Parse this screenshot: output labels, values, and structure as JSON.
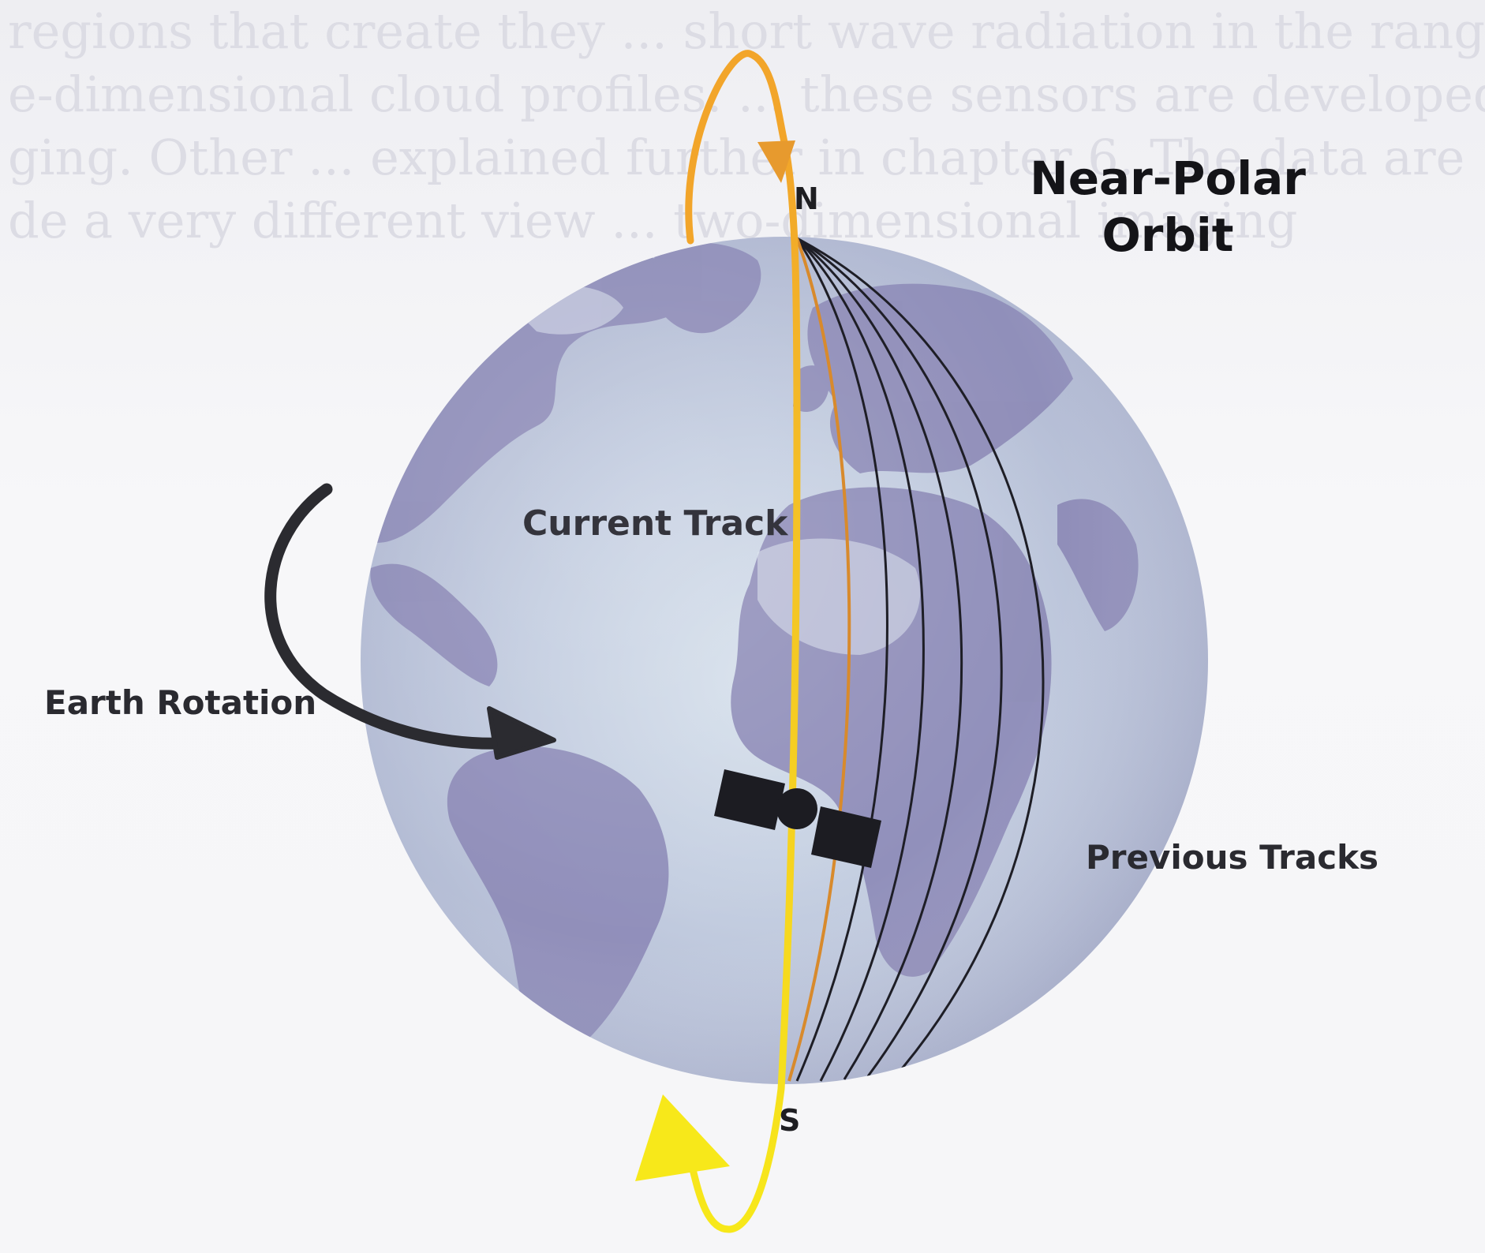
{
  "diagram": {
    "title_line1": "Near-Polar",
    "title_line2": "Orbit",
    "labels": {
      "current_track": "Current Track",
      "earth_rotation": "Earth Rotation",
      "previous_tracks": "Previous Tracks",
      "north": "N",
      "south": "S"
    },
    "background_text": [
      "regions that create they ... short wave radiation in the range of",
      "e-dimensional cloud profiles. ... these sensors are developed",
      "ging. Other ... explained further in chapter 6. The data are",
      "de a very different view ... two-dimensional imaging"
    ]
  },
  "colors": {
    "background": "#f4f4f7",
    "ocean": "#c4cde0",
    "land": "#8e8cb8",
    "orbit_yellow": "#f7e81a",
    "orbit_orange": "#f2a52a",
    "current_track_orange": "#d88a2c",
    "previous_track": "#1e1e26",
    "satellite": "#1c1c22",
    "rotation_arrow": "#2b2b30",
    "text": "#1e1e22"
  },
  "icons": {
    "satellite": "satellite-icon",
    "rotation": "curved-arrow-icon"
  }
}
